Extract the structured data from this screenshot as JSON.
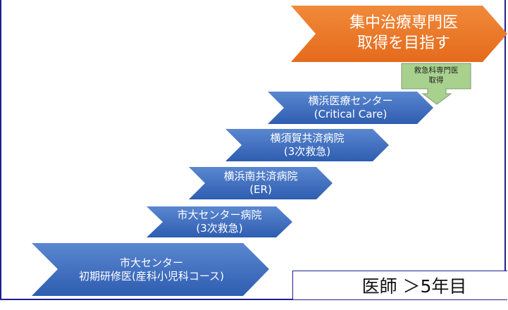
{
  "goal": {
    "line1": "集中治療専門医",
    "line2": "取得を目指す",
    "color": "#ED7D31"
  },
  "callout": {
    "line1": "救急科専門医",
    "line2": "取得",
    "color": "#A9D18E"
  },
  "steps": [
    {
      "line1": "横浜医療センター",
      "line2": "(Critical Care)"
    },
    {
      "line1": "横須賀共済病院",
      "line2": "(3次救急)"
    },
    {
      "line1": "横浜南共済病院",
      "line2": "(ER)"
    },
    {
      "line1": "市大センター病院",
      "line2": "(3次救急)"
    },
    {
      "line1": "市大センター",
      "line2": "初期研修医(産科小児科コース)"
    }
  ],
  "step_color": "#4472C4",
  "year_label": "医師 ＞5年目"
}
